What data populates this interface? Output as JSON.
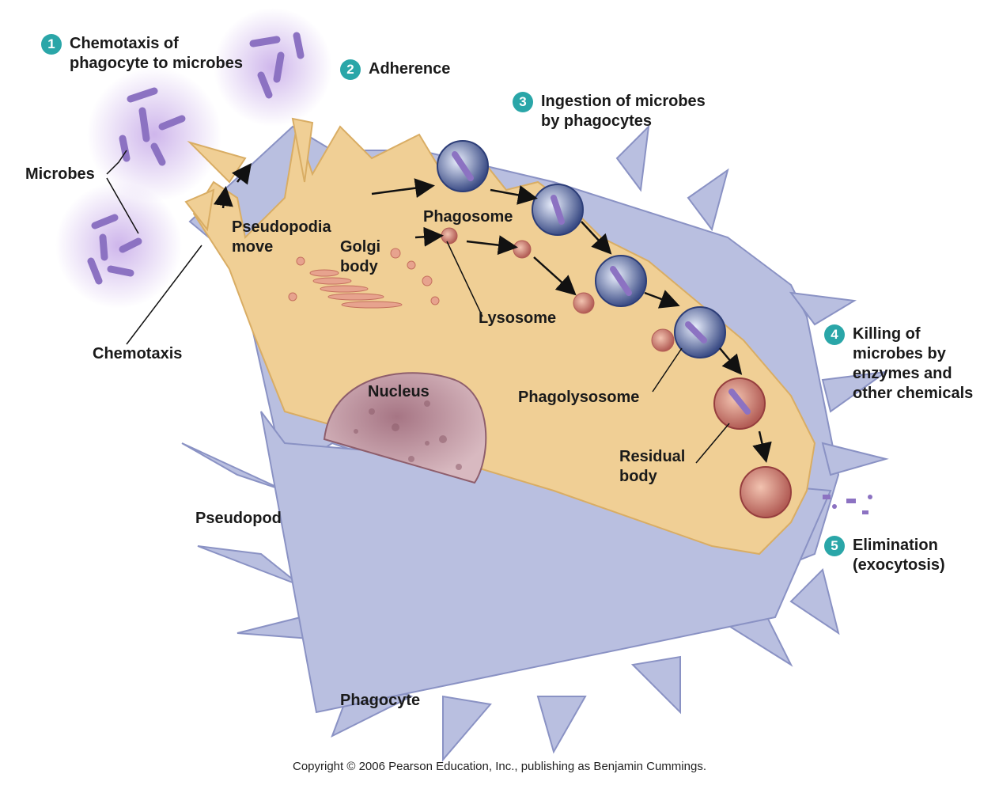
{
  "steps": [
    {
      "number": "1",
      "lines": [
        "Chemotaxis of",
        "phagocyte to microbes"
      ]
    },
    {
      "number": "2",
      "lines": [
        "Adherence"
      ]
    },
    {
      "number": "3",
      "lines": [
        "Ingestion of microbes",
        "by phagocytes"
      ]
    },
    {
      "number": "4",
      "lines": [
        "Killing of",
        "microbes by",
        "enzymes and",
        "other chemicals"
      ]
    },
    {
      "number": "5",
      "lines": [
        "Elimination",
        "(exocytosis)"
      ]
    }
  ],
  "labels": {
    "microbes": "Microbes",
    "pseudopodia_move": [
      "Pseudopodia",
      "move"
    ],
    "golgi_body": [
      "Golgi",
      "body"
    ],
    "phagosome": "Phagosome",
    "lysosome": "Lysosome",
    "chemotaxis": "Chemotaxis",
    "nucleus": "Nucleus",
    "phagolysosome": "Phagolysosome",
    "residual_body": [
      "Residual",
      "body"
    ],
    "pseudopod": "Pseudopod",
    "phagocyte": "Phagocyte"
  },
  "copyright": "Copyright © 2006 Pearson Education, Inc., publishing as Benjamin Cummings.",
  "colors": {
    "step_badge": "#2aa6a8",
    "cytoplasm": "#f0cf95",
    "membrane": "#b9bfe0",
    "microbe": "#8c72c2",
    "nucleus": "#b88a98",
    "lysosome": "#d98f7a"
  }
}
